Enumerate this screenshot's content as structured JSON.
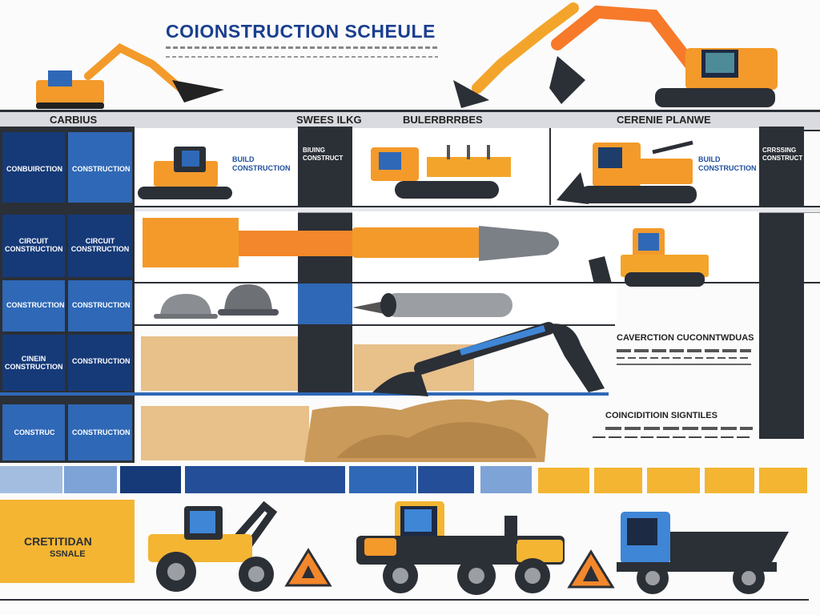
{
  "title": "COIONSTRUCTION SCHEULE",
  "headers": {
    "col1": "CARBIUS",
    "col2": "SWEES ILKG",
    "col3": "BULERBRRBES",
    "col4": "CERENIE PLANWE"
  },
  "rows": {
    "row1_cells": [
      "CONBUIRCTION",
      "CONSTRUCTION"
    ],
    "row1_blue_a": "BUILD CONSTRUCTION",
    "row1_blue_b": "BUILD CONSTRUCTION",
    "row1_small_a": "BIUING CONSTRUCT",
    "row1_small_b": "CRRSSING CONSTRUCT",
    "row2_cells": [
      "CIRCUIT CONSTRUCTION",
      "CIRCUIT CONSTRUCTION"
    ],
    "row3_cells": [
      "CONSTRUCTION",
      "CONSTRUCTION"
    ],
    "row4_cells": [
      "CINEIN CONSTRUCTION",
      "CONSTRUCTION"
    ],
    "row5_cells": [
      "CONSTRUC",
      "CONSTRUCTION"
    ]
  },
  "notes": {
    "note1_title": "CAVERCTION CUCONNTWDUAS",
    "note2_title": "COINCIDITIOIN SIGNTILES"
  },
  "legend_box": {
    "line1": "CRETITIDAN",
    "line2": "SSNALE"
  },
  "colors": {
    "navy": "#163a78",
    "blue": "#2f68b6",
    "light_blue": "#7ea3d6",
    "orange": "#f39a2b",
    "yellow": "#f3b532",
    "dark": "#2b2f36",
    "sand": "#e7c08a"
  },
  "icons": [
    "excavator-icon",
    "bulldozer-icon",
    "dump-truck-icon",
    "hard-hat-icon",
    "pipe-icon",
    "warning-sign-icon",
    "tractor-icon",
    "roller-icon"
  ]
}
